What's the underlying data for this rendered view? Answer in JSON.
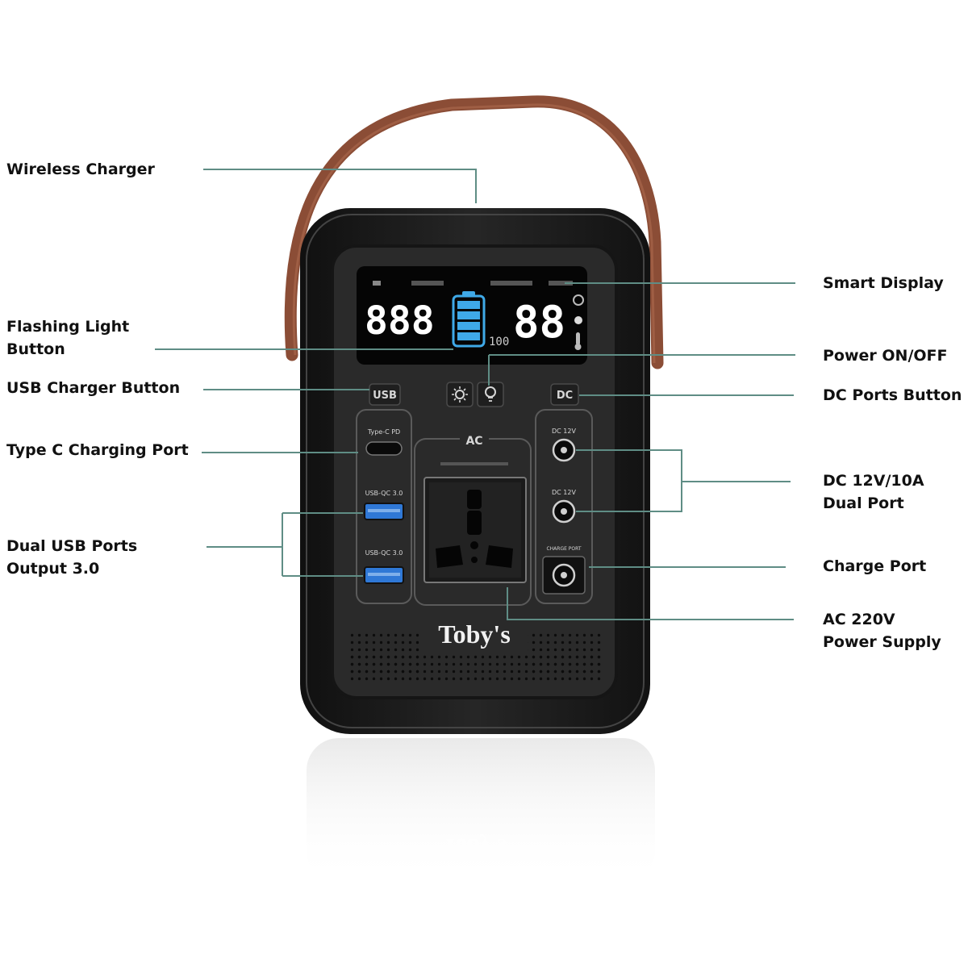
{
  "callouts": {
    "wireless_charger": "Wireless Charger",
    "flashing_light_button": "Flashing Light\nButton",
    "usb_charger_button": "USB Charger Button",
    "type_c_port": "Type C Charging Port",
    "dual_usb_ports": "Dual USB Ports\nOutput 3.0",
    "smart_display": "Smart Display",
    "power_on_off": "Power ON/OFF",
    "dc_ports_button": "DC Ports Button",
    "dc_dual_port": "DC 12V/10A\nDual Port",
    "charge_port": "Charge Port",
    "ac_power_supply": "AC 220V\nPower Supply"
  },
  "device": {
    "brand": "Toby's",
    "display": {
      "left_readout": "888",
      "right_readout": "88",
      "small_readout": "100"
    },
    "panel_labels": {
      "usb": "USB",
      "dc": "DC",
      "ac": "AC",
      "type_c": "Type-C PD",
      "usb_qc_1": "USB-QC 3.0",
      "usb_qc_2": "USB-QC 3.0",
      "dc_12v_1": "DC 12V",
      "dc_12v_2": "DC 12V",
      "charge_port": "CHARGE PORT"
    }
  },
  "colors": {
    "leader_line": "#5f8d85",
    "handle": "#8b4d36",
    "body": "#1c1c1c",
    "panel": "#2a2a2a",
    "lcd_segment": "#ffffff",
    "battery": "#3fa9e8",
    "usb_port": "#2f78d6"
  },
  "icons": [
    "sun-icon",
    "bulb-icon",
    "power-icon",
    "thermometer-icon"
  ]
}
